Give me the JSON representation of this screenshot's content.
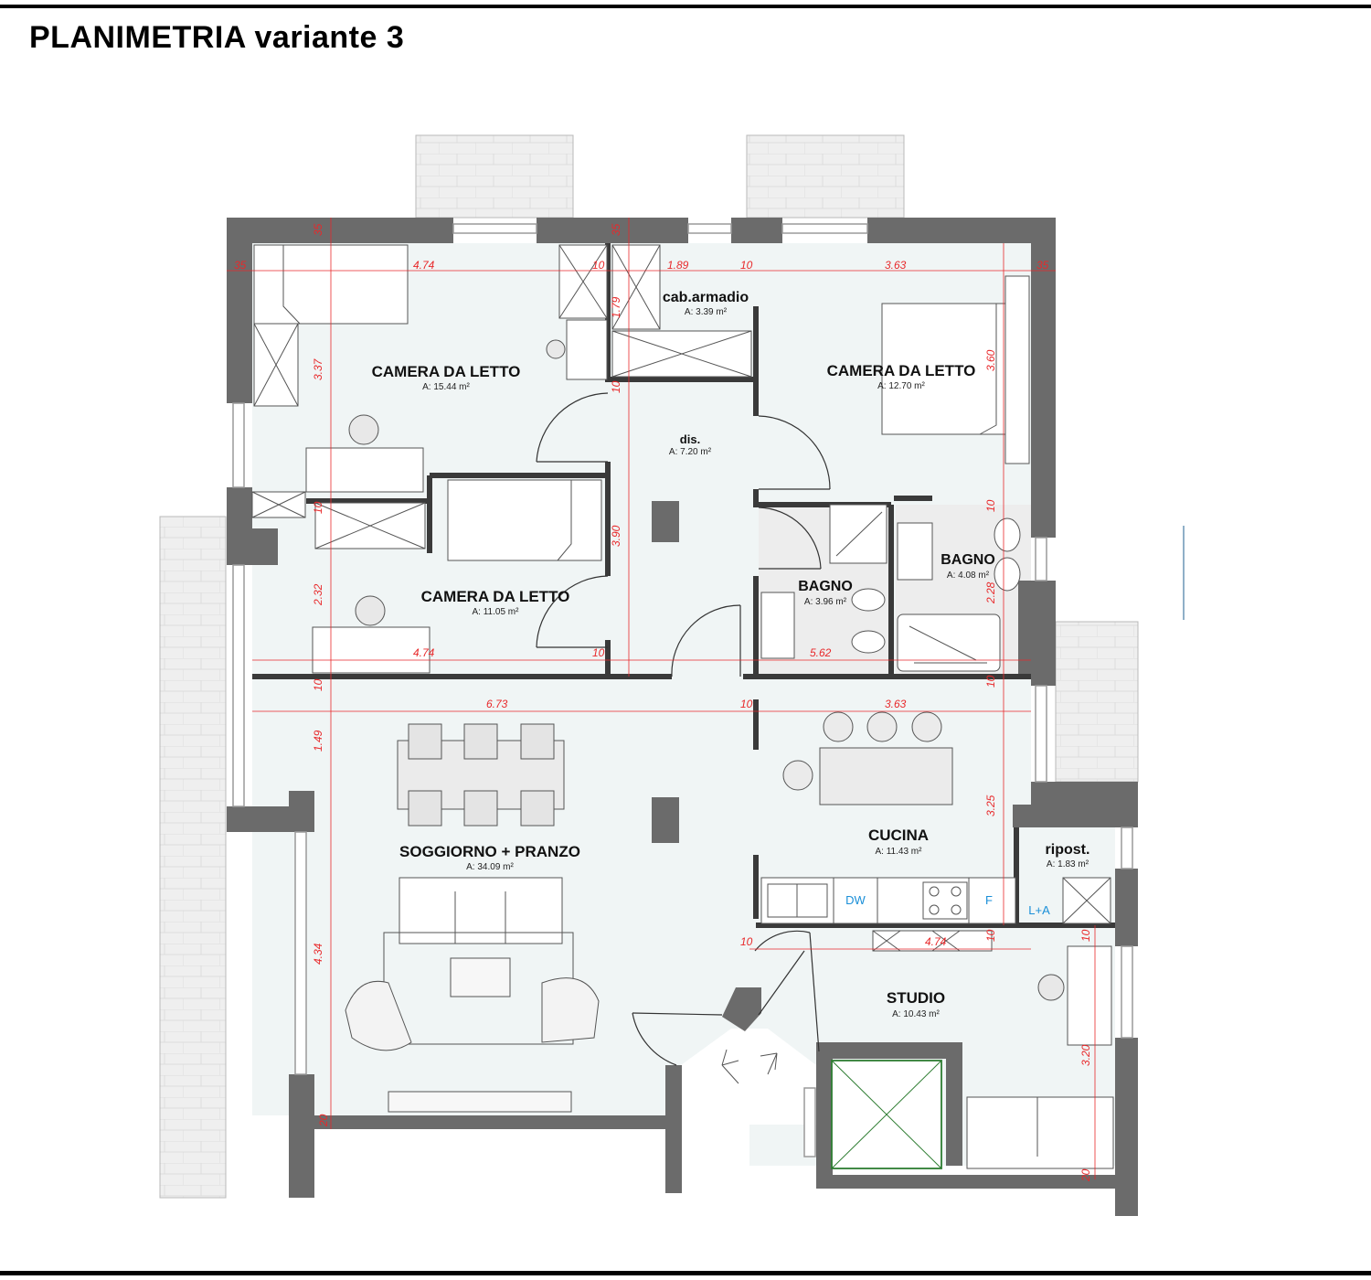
{
  "title": "PLANIMETRIA variante 3",
  "colors": {
    "wall": "#6b6b6b",
    "floor": "#f0f5f5",
    "bath_floor": "#ededed",
    "dimension": "#e8292b",
    "appliance_label": "#1a8fd8",
    "terrace": "#efefef"
  },
  "rooms": {
    "bedroom1": {
      "name": "CAMERA DA LETTO",
      "area": "A: 15.44 m²"
    },
    "wardrobe": {
      "name": "cab.armadio",
      "area": "A: 3.39 m²"
    },
    "bedroom2": {
      "name": "CAMERA DA LETTO",
      "area": "A: 12.70 m²"
    },
    "hall": {
      "name": "dis.",
      "area": "A: 7.20 m²"
    },
    "bedroom3": {
      "name": "CAMERA DA LETTO",
      "area": "A: 11.05 m²"
    },
    "bath1": {
      "name": "BAGNO",
      "area": "A: 3.96 m²"
    },
    "bath2": {
      "name": "BAGNO",
      "area": "A: 4.08 m²"
    },
    "living": {
      "name": "SOGGIORNO + PRANZO",
      "area": "A: 34.09 m²"
    },
    "kitchen": {
      "name": "CUCINA",
      "area": "A: 11.43 m²"
    },
    "storage": {
      "name": "ripost.",
      "area": "A: 1.83 m²"
    },
    "studio": {
      "name": "STUDIO",
      "area": "A: 10.43 m²"
    }
  },
  "appliances": {
    "dishwasher": "DW",
    "fridge": "F",
    "laundry": "L+A"
  },
  "dimensions": {
    "d_35_left": "35",
    "d_474_top": "4.74",
    "d_10_top_a": "10",
    "d_189": "1.89",
    "d_10_top_b": "10",
    "d_363_top": "3.63",
    "d_35_right": "35",
    "d_35_vtop_a": "35",
    "d_35_vtop_b": "35",
    "d_179": "1.79",
    "d_337": "3.37",
    "d_10_v_a": "10",
    "d_360": "3.60",
    "d_10_v_b": "10",
    "d_390": "3.90",
    "d_232": "2.32",
    "d_474_mid": "4.74",
    "d_10_mid_a": "10",
    "d_562": "5.62",
    "d_228": "2.28",
    "d_10_v_c": "10",
    "d_10_v_d": "10",
    "d_10_v_e": "10",
    "d_673": "6.73",
    "d_10_mid_b": "10",
    "d_363_mid": "3.63",
    "d_149": "1.49",
    "d_325": "3.25",
    "d_434": "4.34",
    "d_10_low_a": "10",
    "d_474_low": "4.74",
    "d_10_low_b": "10",
    "d_10_low_c": "10",
    "d_320": "3.20",
    "d_20_a": "20",
    "d_20_b": "20"
  }
}
